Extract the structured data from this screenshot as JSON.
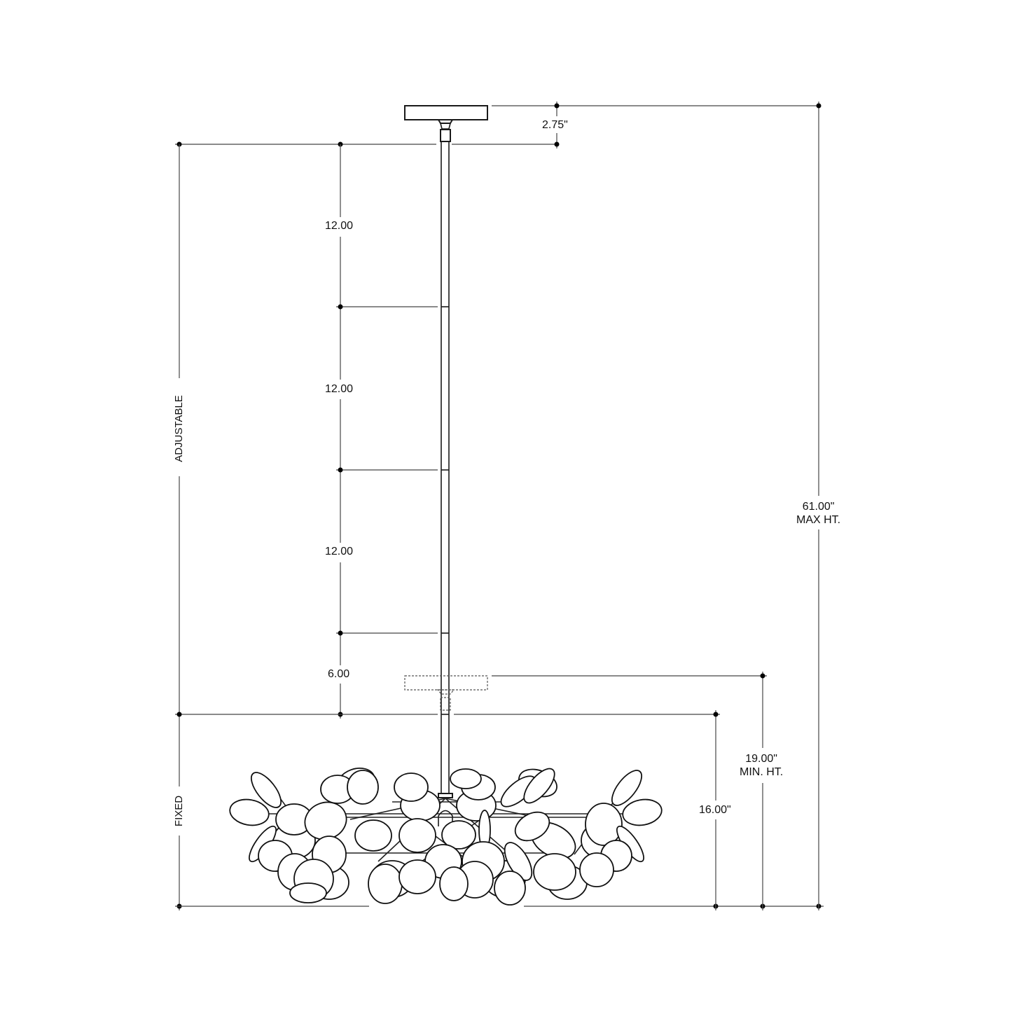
{
  "drawing": {
    "title": "Pendant chandelier dimension drawing",
    "line_color": "#1a1a1a",
    "dimension_color": "#555555",
    "background": "#ffffff"
  },
  "dimensions": {
    "canopy_height": "2.75\"",
    "rod_segment_1": "12.00",
    "rod_segment_2": "12.00",
    "rod_segment_3": "12.00",
    "rod_segment_4": "6.00",
    "fixture_height": "16.00\"",
    "min_height_value": "19.00\"",
    "min_height_label": "MIN. HT.",
    "max_height_value": "61.00\"",
    "max_height_label": "MAX HT."
  },
  "section_labels": {
    "adjustable": "ADJUSTABLE",
    "fixed": "FIXED"
  }
}
